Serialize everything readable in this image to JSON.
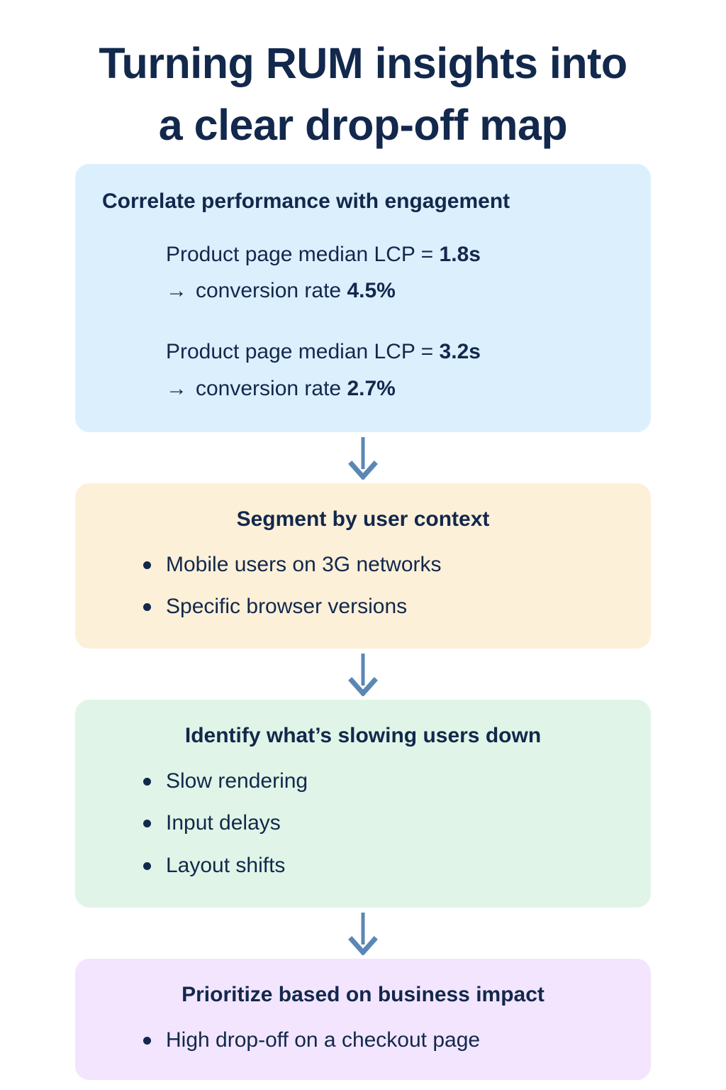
{
  "colors": {
    "background": "#FFFFFF",
    "text_navy": "#12284C",
    "card_blue": "#DCEFFD",
    "card_cream": "#FDF0D9",
    "card_green": "#E0F5E7",
    "card_purple": "#F2E5FD",
    "arrow": "#5B87B5"
  },
  "title": {
    "line1": "Turning RUM insights into",
    "line2": "a clear drop-off map"
  },
  "flow": {
    "steps": [
      {
        "id": "correlate",
        "heading": "Correlate performance with engagement",
        "stats": [
          {
            "metric_label": "Product page median LCP = ",
            "metric_value": "1.8s",
            "arrow": "→",
            "result_label": "conversion rate ",
            "result_value": "4.5%"
          },
          {
            "metric_label": "Product page median LCP = ",
            "metric_value": "3.2s",
            "arrow": "→",
            "result_label": "conversion rate ",
            "result_value": "2.7%"
          }
        ]
      },
      {
        "id": "segment",
        "heading": "Segment by user context",
        "bullets": [
          "Mobile users on 3G networks",
          "Specific browser versions"
        ]
      },
      {
        "id": "identify",
        "heading": "Identify what’s slowing users down",
        "bullets": [
          "Slow rendering",
          "Input delays",
          "Layout shifts"
        ]
      },
      {
        "id": "prioritize",
        "heading": "Prioritize based on business impact",
        "bullets": [
          "High drop-off on a checkout page"
        ]
      }
    ]
  },
  "connectors": [
    {
      "icon": "arrow-down-icon"
    },
    {
      "icon": "arrow-down-icon"
    },
    {
      "icon": "arrow-down-icon"
    }
  ]
}
